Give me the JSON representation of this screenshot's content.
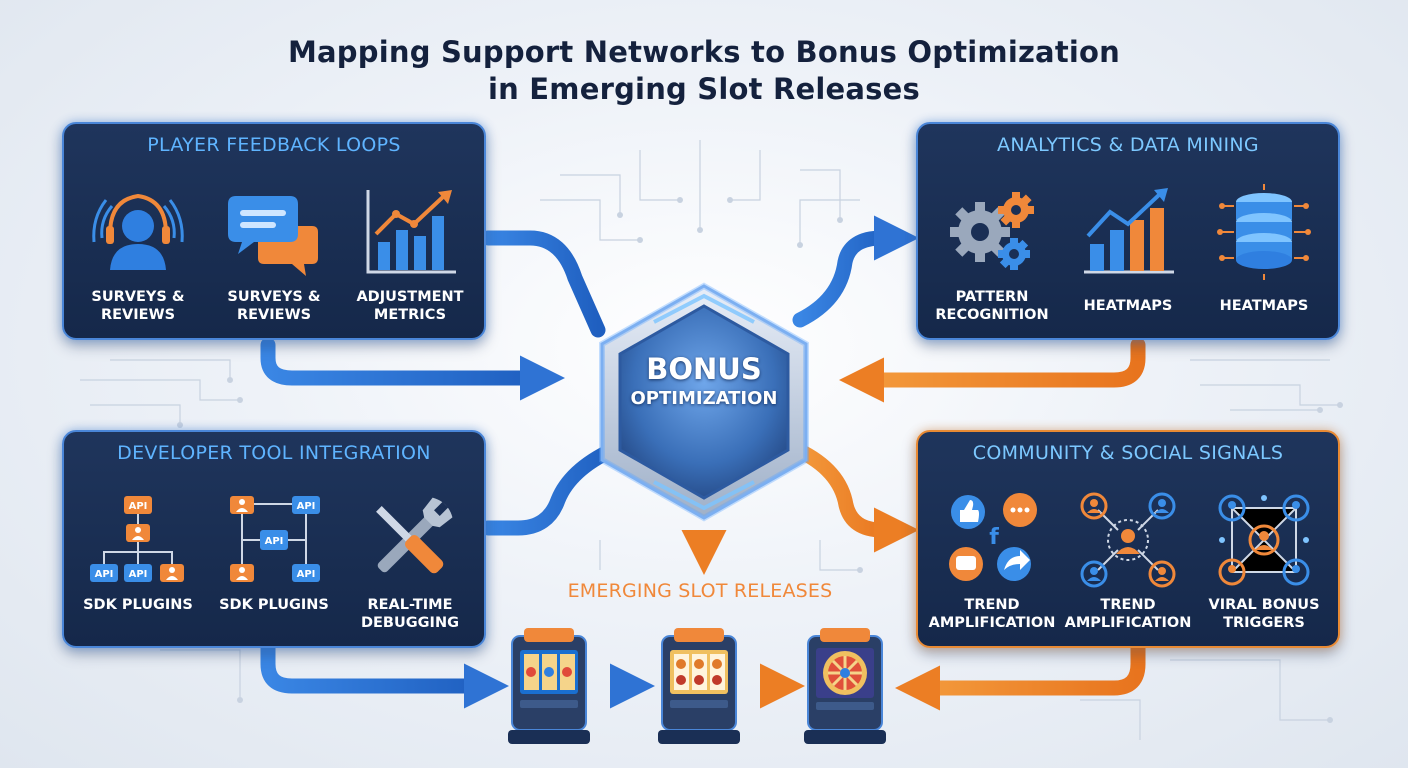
{
  "title": {
    "line1": "Mapping Support Networks to Bonus Optimization",
    "line2": "in Emerging Slot Releases"
  },
  "hub": {
    "line1": "BONUS",
    "line2": "OPTIMIZATION"
  },
  "panels": {
    "player_feedback": {
      "title": "PLAYER FEEDBACK LOOPS",
      "items": [
        {
          "icon": "person-headset-icon",
          "label": "Surveys & Reviews"
        },
        {
          "icon": "chat-bubbles-icon",
          "label": "Surveys & Reviews"
        },
        {
          "icon": "bar-chart-trend-icon",
          "label": "Adjustment Metrics"
        }
      ]
    },
    "analytics": {
      "title": "ANALYTICS & DATA MINING",
      "items": [
        {
          "icon": "gears-icon",
          "label": "Pattern Recognition"
        },
        {
          "icon": "bar-chart-trend-icon",
          "label": "Heatmaps"
        },
        {
          "icon": "database-network-icon",
          "label": "Heatmaps"
        }
      ]
    },
    "developer_tools": {
      "title": "DEVELOPER TOOL INTEGRATION",
      "api_text": "API",
      "items": [
        {
          "icon": "api-tree-icon",
          "label": "SDK Plugins"
        },
        {
          "icon": "api-network-icon",
          "label": "SDK Plugins"
        },
        {
          "icon": "wrench-screwdriver-icon",
          "label": "Real-Time Debugging"
        }
      ]
    },
    "community": {
      "title": "COMMUNITY & SOCIAL SIGNALS",
      "items": [
        {
          "icon": "social-media-icon",
          "label": "Trend Amplification"
        },
        {
          "icon": "community-network-icon",
          "label": "Trend Amplification"
        },
        {
          "icon": "viral-network-icon",
          "label": "Viral Bonus Triggers"
        }
      ]
    }
  },
  "releases": {
    "label": "EMERGING SLOT RELEASES",
    "machines": [
      {
        "icon": "slot-machine-icon"
      },
      {
        "icon": "slot-machine-icon"
      },
      {
        "icon": "slot-machine-wheel-icon"
      }
    ]
  },
  "colors": {
    "blue_flow": "#3a84e0",
    "orange_flow": "#f08a2e",
    "panel_bg": "#1a2f55",
    "title_text": "#14213d"
  }
}
